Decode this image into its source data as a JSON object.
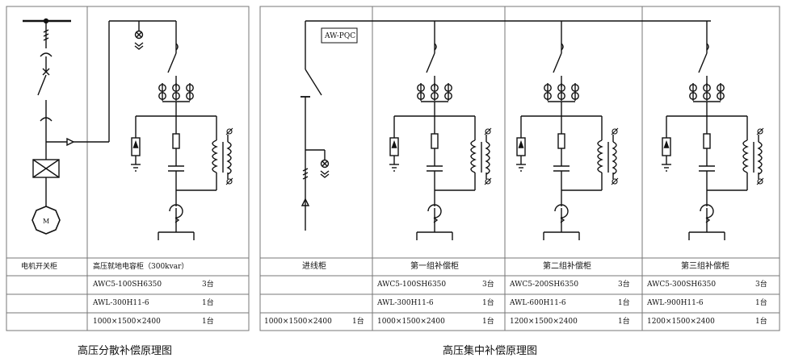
{
  "left_panel": {
    "caption": "高压分散补偿原理图",
    "motor_label": "M",
    "col_headers": [
      "电机开关柜",
      "高压就地电容柜（300kvar）"
    ],
    "rows": [
      {
        "model": "AWC5-100SH6350",
        "qty": "3台"
      },
      {
        "model": "AWL-300H11-6",
        "qty": "1台"
      },
      {
        "model": "1000×1500×2400",
        "qty": "1台"
      }
    ]
  },
  "right_panel": {
    "caption": "高压集中补偿原理图",
    "controller_label": "AW-PQC",
    "incoming": {
      "header": "进线柜",
      "size": "1000×1500×2400",
      "qty": "1台"
    },
    "groups": [
      {
        "header": "第一组补偿柜",
        "rows": [
          {
            "model": "AWC5-100SH6350",
            "qty": "3台"
          },
          {
            "model": "AWL-300H11-6",
            "qty": "1台"
          },
          {
            "model": "1000×1500×2400",
            "qty": "1台"
          }
        ]
      },
      {
        "header": "第二组补偿柜",
        "rows": [
          {
            "model": "AWC5-200SH6350",
            "qty": "3台"
          },
          {
            "model": "AWL-600H11-6",
            "qty": "1台"
          },
          {
            "model": "1200×1500×2400",
            "qty": "1台"
          }
        ]
      },
      {
        "header": "第三组补偿柜",
        "rows": [
          {
            "model": "AWC5-300SH6350",
            "qty": "3台"
          },
          {
            "model": "AWL-900H11-6",
            "qty": "1台"
          },
          {
            "model": "1200×1500×2400",
            "qty": "1台"
          }
        ]
      }
    ]
  }
}
